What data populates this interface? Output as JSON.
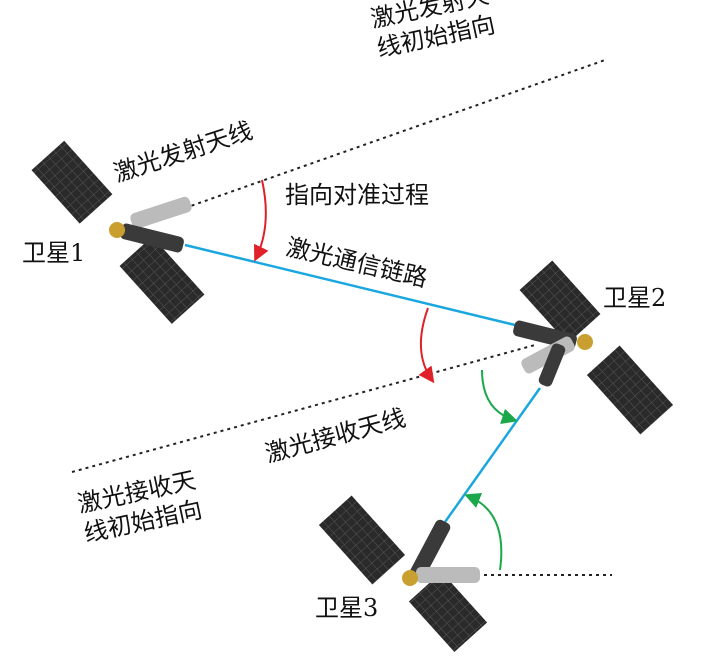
{
  "labels": {
    "tx_init_line1": "激光发射天",
    "tx_init_line2": "线初始指向",
    "tx_antenna": "激光发射天线",
    "pointing_process": "指向对准过程",
    "sat1": "卫星1",
    "link": "激光通信链路",
    "sat2": "卫星2",
    "rx_antenna": "激光接收天线",
    "rx_init_line1": "激光接收天",
    "rx_init_line2": "线初始指向",
    "sat3": "卫星3"
  },
  "colors": {
    "link": "#1aa7e0",
    "red_arrow": "#e0202a",
    "green_arrow": "#1aa84a",
    "panel": "#2b2b2b"
  }
}
